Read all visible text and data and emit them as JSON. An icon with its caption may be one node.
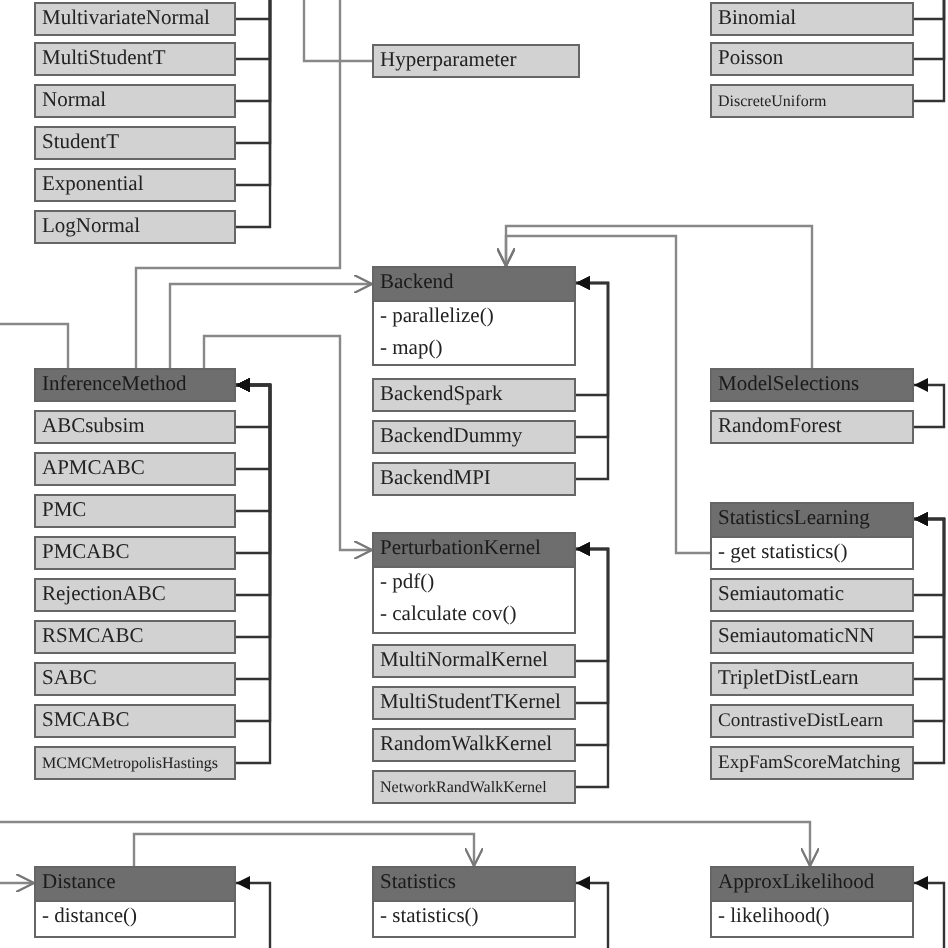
{
  "diagram": {
    "nodes": [
      {
        "text": [
          "MultivariateNormal"
        ]
      },
      {
        "text": [
          "MultiStudentT"
        ]
      },
      {
        "text": [
          "Normal"
        ]
      },
      {
        "text": [
          "StudentT"
        ]
      },
      {
        "text": [
          "Exponential"
        ]
      },
      {
        "text": [
          "LogNormal"
        ]
      },
      {
        "text": [
          "Hyperparameter"
        ]
      },
      {
        "text": [
          "Binomial"
        ]
      },
      {
        "text": [
          "Poisson"
        ]
      },
      {
        "text": [
          "DiscreteUniform"
        ]
      },
      {
        "text": [
          "Backend",
          "- parallelize()",
          "- map()"
        ]
      },
      {
        "text": [
          "BackendSpark"
        ]
      },
      {
        "text": [
          "BackendDummy"
        ]
      },
      {
        "text": [
          "BackendMPI"
        ]
      },
      {
        "text": [
          "InferenceMethod"
        ]
      },
      {
        "text": [
          "ABCsubsim"
        ]
      },
      {
        "text": [
          "APMCABC"
        ]
      },
      {
        "text": [
          "PMC"
        ]
      },
      {
        "text": [
          "PMCABC"
        ]
      },
      {
        "text": [
          "RejectionABC"
        ]
      },
      {
        "text": [
          "RSMCABC"
        ]
      },
      {
        "text": [
          "SABC"
        ]
      },
      {
        "text": [
          "SMCABC"
        ]
      },
      {
        "text": [
          "MCMCMetropolisHastings"
        ]
      },
      {
        "text": [
          "ModelSelections"
        ]
      },
      {
        "text": [
          "RandomForest"
        ]
      },
      {
        "text": [
          "StatisticsLearning",
          "- get statistics()"
        ]
      },
      {
        "text": [
          "Semiautomatic"
        ]
      },
      {
        "text": [
          "SemiautomaticNN"
        ]
      },
      {
        "text": [
          "TripletDistLearn"
        ]
      },
      {
        "text": [
          "ContrastiveDistLearn"
        ]
      },
      {
        "text": [
          "ExpFamScoreMatching"
        ]
      },
      {
        "text": [
          "PerturbationKernel",
          "- pdf()",
          "- calculate cov()"
        ]
      },
      {
        "text": [
          "MultiNormalKernel"
        ]
      },
      {
        "text": [
          "MultiStudentTKernel"
        ]
      },
      {
        "text": [
          "RandomWalkKernel"
        ]
      },
      {
        "text": [
          "NetworkRandWalkKernel"
        ]
      },
      {
        "text": [
          "Distance",
          "- distance()"
        ]
      },
      {
        "text": [
          "Statistics",
          "- statistics()"
        ]
      },
      {
        "text": [
          "ApproxLikelihood",
          "- likelihood()"
        ]
      }
    ],
    "edges": [
      {
        "from": 0,
        "to": null,
        "arrow": "none"
      },
      {
        "from": 1,
        "to": null,
        "arrow": "none"
      },
      {
        "from": 2,
        "to": null,
        "arrow": "none"
      },
      {
        "from": 3,
        "to": null,
        "arrow": "none"
      },
      {
        "from": 4,
        "to": null,
        "arrow": "none"
      },
      {
        "from": 5,
        "to": null,
        "arrow": "none"
      },
      {
        "from": null,
        "to": 6,
        "arrow": "none"
      },
      {
        "from": 7,
        "to": null,
        "arrow": "none"
      },
      {
        "from": 8,
        "to": null,
        "arrow": "none"
      },
      {
        "from": 9,
        "to": null,
        "arrow": "none"
      },
      {
        "from": 14,
        "to": null,
        "arrow": "none"
      },
      {
        "from": null,
        "to": 14,
        "arrow": "none"
      },
      {
        "from": 14,
        "to": 10,
        "arrow": "to"
      },
      {
        "from": 14,
        "to": 32,
        "arrow": "to"
      },
      {
        "from": 24,
        "to": 10,
        "arrow": "to"
      },
      {
        "from": 26,
        "to": 10,
        "arrow": "to"
      },
      {
        "from": 11,
        "to": 10,
        "arrow": "to"
      },
      {
        "from": 12,
        "to": 10,
        "arrow": "to"
      },
      {
        "from": 13,
        "to": 10,
        "arrow": "to"
      },
      {
        "from": 15,
        "to": 14,
        "arrow": "to"
      },
      {
        "from": 16,
        "to": 14,
        "arrow": "to"
      },
      {
        "from": 17,
        "to": 14,
        "arrow": "to"
      },
      {
        "from": 18,
        "to": 14,
        "arrow": "to"
      },
      {
        "from": 19,
        "to": 14,
        "arrow": "to"
      },
      {
        "from": 20,
        "to": 14,
        "arrow": "to"
      },
      {
        "from": 21,
        "to": 14,
        "arrow": "to"
      },
      {
        "from": 22,
        "to": 14,
        "arrow": "to"
      },
      {
        "from": 23,
        "to": 14,
        "arrow": "to"
      },
      {
        "from": 25,
        "to": 24,
        "arrow": "to"
      },
      {
        "from": 27,
        "to": 26,
        "arrow": "to"
      },
      {
        "from": 28,
        "to": 26,
        "arrow": "to"
      },
      {
        "from": 29,
        "to": 26,
        "arrow": "to"
      },
      {
        "from": 30,
        "to": 26,
        "arrow": "to"
      },
      {
        "from": 31,
        "to": 26,
        "arrow": "to"
      },
      {
        "from": 33,
        "to": 32,
        "arrow": "to"
      },
      {
        "from": 34,
        "to": 32,
        "arrow": "to"
      },
      {
        "from": 35,
        "to": 32,
        "arrow": "to"
      },
      {
        "from": 36,
        "to": 32,
        "arrow": "to"
      },
      {
        "from": null,
        "to": 37,
        "arrow": "to"
      },
      {
        "from": 37,
        "to": 38,
        "arrow": "to"
      },
      {
        "from": null,
        "to": 39,
        "arrow": "to"
      },
      {
        "from": null,
        "to": 37,
        "arrow": "to"
      },
      {
        "from": null,
        "to": 38,
        "arrow": "to"
      },
      {
        "from": null,
        "to": 39,
        "arrow": "to"
      }
    ]
  }
}
